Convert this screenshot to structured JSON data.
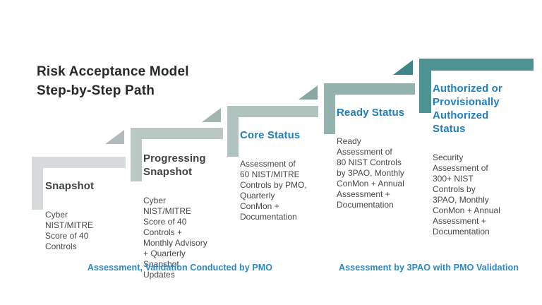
{
  "title": "Risk Acceptance Model\nStep-by-Step Path",
  "steps": [
    {
      "name": "Snapshot",
      "description": "Cyber\nNIST/MITRE\nScore of 40\nControls"
    },
    {
      "name": "Progressing\nSnapshot",
      "description": "Cyber\nNIST/MITRE\nScore of 40\nControls +\nMonthly Advisory\n+ Quarterly\nSnapshot\nUpdates"
    },
    {
      "name": "Core Status",
      "description": "Assessment of\n60 NIST/MITRE\nControls by PMO,\nQuarterly\nConMon +\nDocumentation"
    },
    {
      "name": "Ready Status",
      "description": "Ready\nAssessment of\n80 NIST Controls\nby 3PAO, Monthly\nConMon + Annual\nAssessment +\nDocumentation"
    },
    {
      "name": "Authorized or\nProvisionally\nAuthorized\nStatus",
      "description": "Security\nAssessment of\n300+ NIST\nControls by\n3PAO, Monthly\nConMon + Annual\nAssessment +\nDocumentation"
    }
  ],
  "footnotes": {
    "left": "Assessment, Validation Conducted by PMO",
    "right": "Assessment by 3PAO with PMO Validation"
  },
  "colors": {
    "step1_shape": "#d8dbdb",
    "step2_shape": "#bcc8c4",
    "step3_shape": "#b1c3bf",
    "step4_shape": "#93b1ad",
    "step5_shape": "#4e9293",
    "tri2_shape": "#b2bbbb",
    "tri3_shape": "#a2b5b1",
    "tri4_shape": "#8ba7a3",
    "tri5_shape": "#3e8689",
    "main_title": "#26292b",
    "dark_title": "#3f4346",
    "body_text": "#45494b",
    "accent_blue": "#1f7fc0",
    "footer_blue": "#2e87c5"
  }
}
